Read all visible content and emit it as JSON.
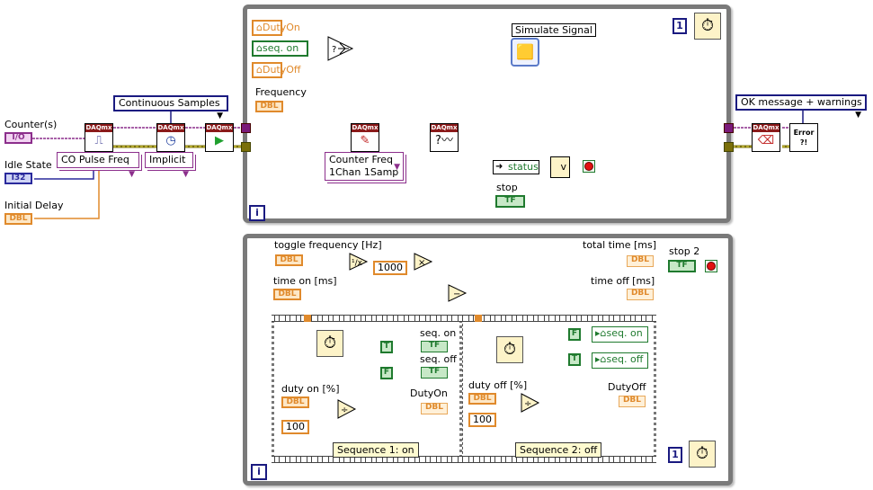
{
  "outer_left": {
    "counters_label": "Counter(s)",
    "counters_term": "I/O",
    "idle_state_label": "Idle State",
    "idle_state_term": "I32",
    "initial_delay_label": "Initial Delay",
    "initial_delay_term": "DBL",
    "sample_mode": "Continuous Samples",
    "channel_type": "CO Pulse Freq",
    "timing_type": "Implicit",
    "daqmx_header": "DAQmx"
  },
  "top_loop": {
    "duty_on_local": "DutyOn",
    "seq_on_local": "seq. on",
    "duty_off_local": "DutyOff",
    "frequency_label": "Frequency",
    "frequency_term": "DBL",
    "simulate_signal_label": "Simulate Signal",
    "wait_const": "1",
    "write_type_line1": "Counter Freq",
    "write_type_line2": "1Chan 1Samp",
    "status_label": "status",
    "stop_label": "stop",
    "stop_term": "TF",
    "or_symbol": "v",
    "iteration_symbol": "i"
  },
  "outer_right": {
    "error_mode": "OK message + warnings",
    "error_icon_text": "Error ?!"
  },
  "bottom_loop": {
    "toggle_freq_label": "toggle frequency [Hz]",
    "toggle_freq_term": "DBL",
    "const_1000": "1000",
    "time_on_label": "time on [ms]",
    "time_on_term": "DBL",
    "total_time_label": "total time [ms]",
    "total_time_term": "DBL",
    "time_off_label": "time off [ms]",
    "time_off_term": "DBL",
    "stop2_label": "stop 2",
    "stop2_term": "TF",
    "wait_const": "1",
    "iteration_symbol": "i",
    "seq1": {
      "true_const": "T",
      "false_const": "F",
      "seq_on_label": "seq. on",
      "seq_off_label": "seq. off",
      "ind_term": "TF",
      "duty_label": "duty on [%]",
      "duty_term": "DBL",
      "const_100": "100",
      "out_label": "DutyOn",
      "out_term": "DBL",
      "frame_label": "Sequence 1: on"
    },
    "seq2": {
      "false_const": "F",
      "true_const": "T",
      "seq_on_local": "seq. on",
      "seq_off_local": "seq. off",
      "duty_label": "duty off [%]",
      "duty_term": "DBL",
      "const_100": "100",
      "out_label": "DutyOff",
      "out_term": "DBL",
      "frame_label": "Sequence 2: off"
    }
  }
}
